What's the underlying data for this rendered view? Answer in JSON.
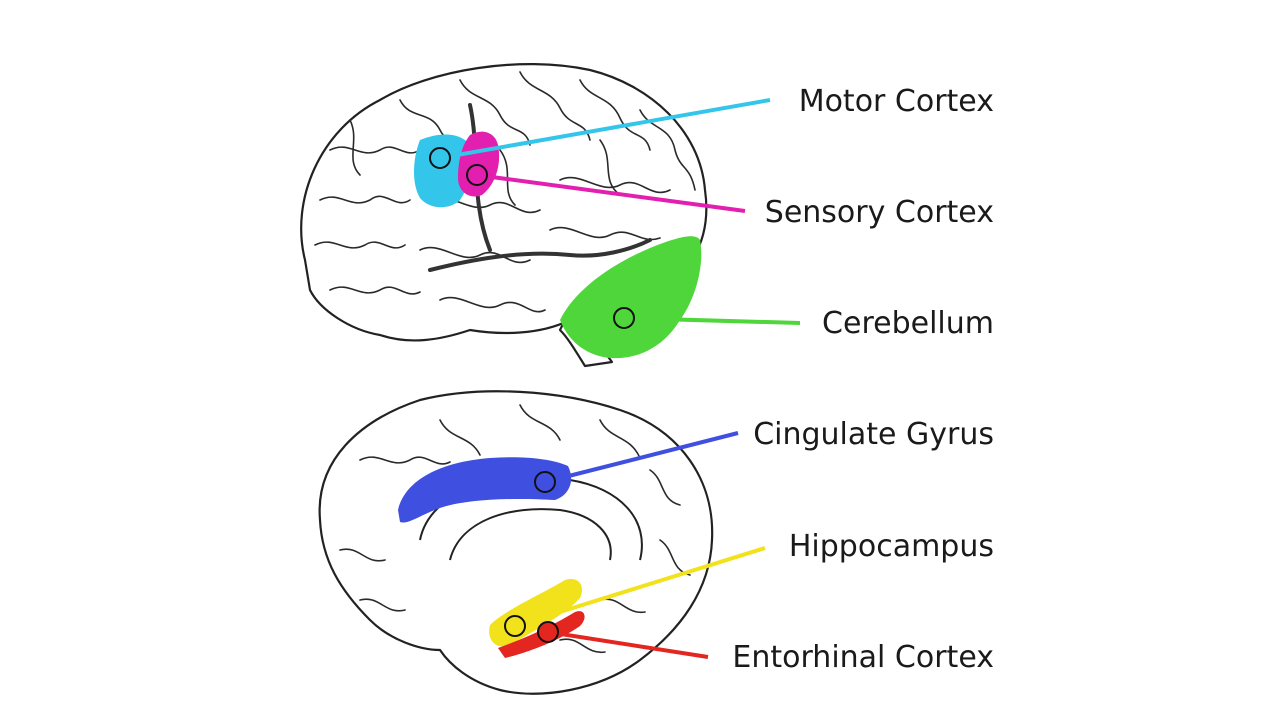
{
  "regions": [
    {
      "id": "motor-cortex",
      "label": "Motor Cortex",
      "color": "#33c6ea"
    },
    {
      "id": "sensory-cortex",
      "label": "Sensory Cortex",
      "color": "#e21fae"
    },
    {
      "id": "cerebellum",
      "label": "Cerebellum",
      "color": "#4fd63a"
    },
    {
      "id": "cingulate-gyrus",
      "label": "Cingulate Gyrus",
      "color": "#3f50e0"
    },
    {
      "id": "hippocampus",
      "label": "Hippocampus",
      "color": "#f2e21c"
    },
    {
      "id": "entorhinal-cortex",
      "label": "Entorhinal Cortex",
      "color": "#e3261f"
    }
  ]
}
